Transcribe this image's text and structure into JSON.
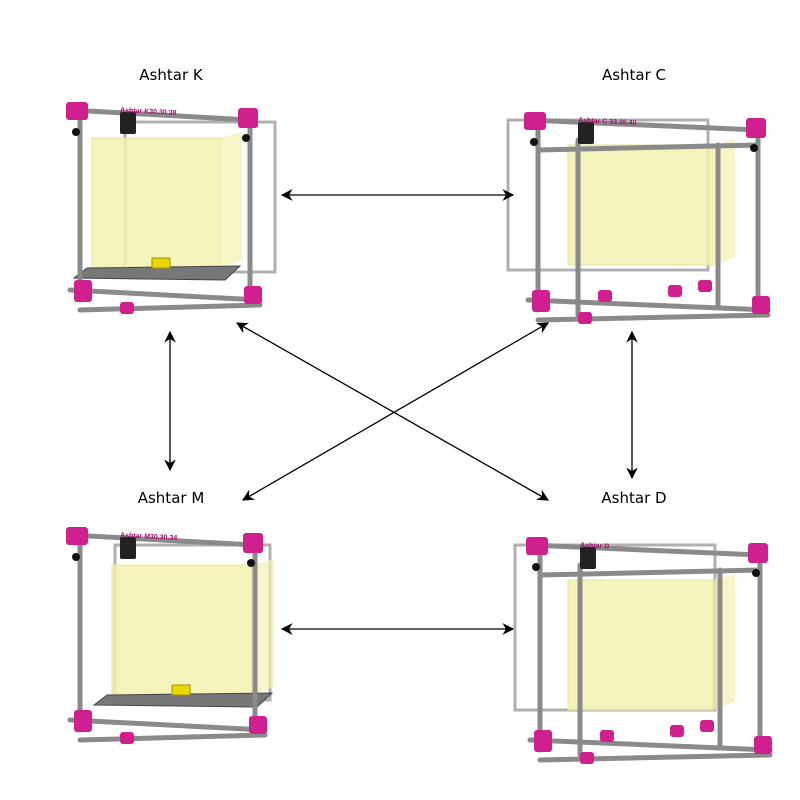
{
  "printers": [
    {
      "id": "k",
      "name": "Ashtar K",
      "frame_label": "Ashtar K30.30.38"
    },
    {
      "id": "c",
      "name": "Ashtar C",
      "frame_label": "Ashtar C 33.35.40"
    },
    {
      "id": "m",
      "name": "Ashtar M",
      "frame_label": "Ashtar M30.30.34"
    },
    {
      "id": "d",
      "name": "Ashtar D",
      "frame_label": "Ashtar D"
    }
  ],
  "connections": [
    [
      "Ashtar K",
      "Ashtar C"
    ],
    [
      "Ashtar M",
      "Ashtar D"
    ],
    [
      "Ashtar K",
      "Ashtar M"
    ],
    [
      "Ashtar C",
      "Ashtar D"
    ],
    [
      "Ashtar K",
      "Ashtar D"
    ],
    [
      "Ashtar C",
      "Ashtar M"
    ]
  ],
  "colors": {
    "frame": "#8a8a8a",
    "parts": "#d0208f",
    "volume": "#f3f1b0",
    "arrow": "#000000"
  }
}
